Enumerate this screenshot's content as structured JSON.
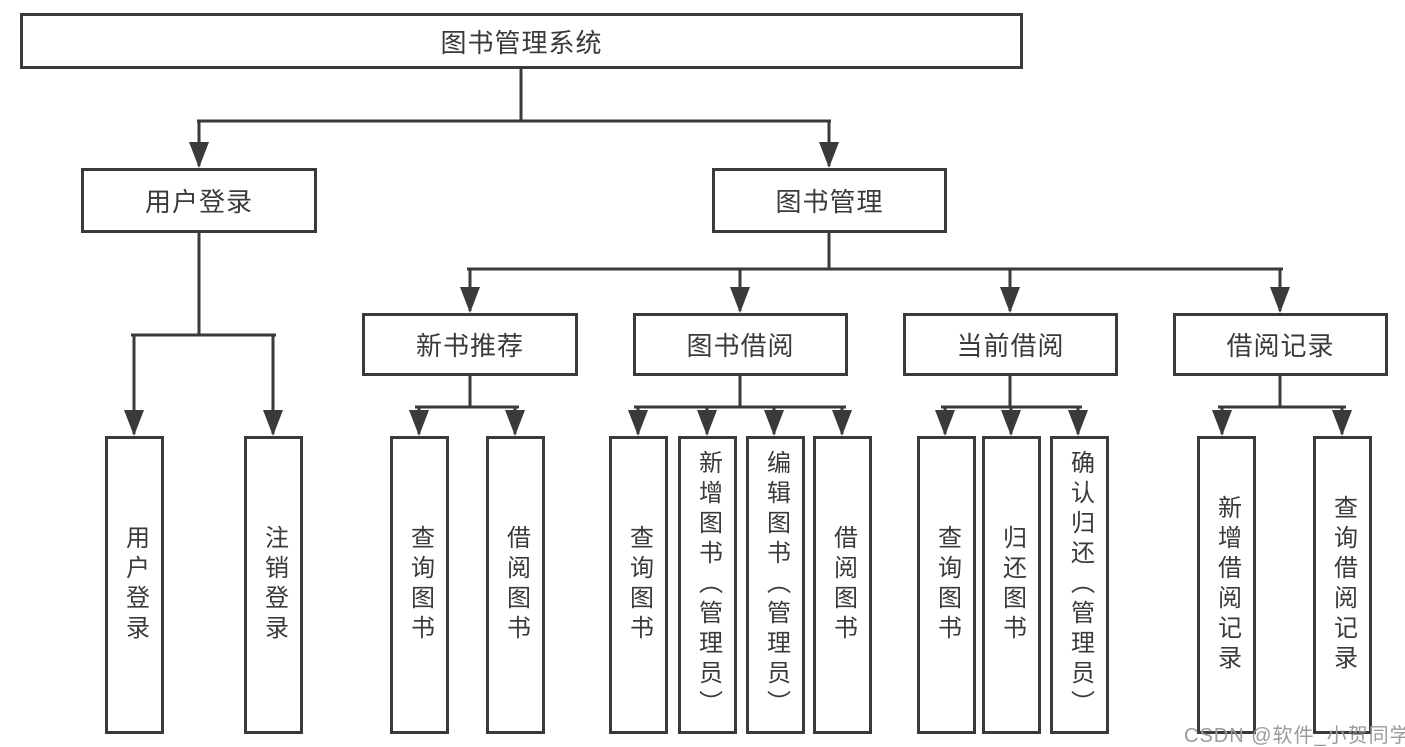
{
  "tree": {
    "label": "图书管理系统",
    "children": [
      {
        "label": "用户登录",
        "children": [
          {
            "label": "用户登录"
          },
          {
            "label": "注销登录"
          }
        ]
      },
      {
        "label": "图书管理",
        "children": [
          {
            "label": "新书推荐",
            "children": [
              {
                "label": "查询图书"
              },
              {
                "label": "借阅图书"
              }
            ]
          },
          {
            "label": "图书借阅",
            "children": [
              {
                "label": "查询图书"
              },
              {
                "label": "新增图书（管理员）"
              },
              {
                "label": "编辑图书（管理员）"
              },
              {
                "label": "借阅图书"
              }
            ]
          },
          {
            "label": "当前借阅",
            "children": [
              {
                "label": "查询图书"
              },
              {
                "label": "归还图书"
              },
              {
                "label": "确认归还（管理员）"
              }
            ]
          },
          {
            "label": "借阅记录",
            "children": [
              {
                "label": "新增借阅记录"
              },
              {
                "label": "查询借阅记录"
              }
            ]
          }
        ]
      }
    ]
  },
  "watermark": "CSDN @软件_小贺同学",
  "colors": {
    "line": "#3a3a3a",
    "text": "#3a3a3a",
    "watermark": "#9b9b9b",
    "background": "#ffffff"
  }
}
